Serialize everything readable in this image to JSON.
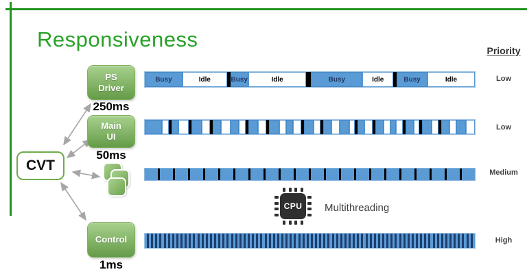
{
  "title": "Responsiveness",
  "cvt_label": "CVT",
  "blocks": {
    "ps_driver": {
      "line1": "PS",
      "line2": "Driver",
      "period": "250ms"
    },
    "main_ui": {
      "line1": "Main",
      "line2": "UI",
      "period": "50ms"
    },
    "control": {
      "line1": "Control",
      "period": "1ms"
    }
  },
  "cpu": {
    "chip_label": "CPU",
    "caption": "Multithreading"
  },
  "priority": {
    "header": "Priority",
    "rows": [
      "Low",
      "Low",
      "Medium",
      "High"
    ]
  },
  "colors": {
    "title_green": "#28a228",
    "frame_green": "#1f9320",
    "block_green_top": "#a8d18d",
    "block_green_bottom": "#649b48",
    "busy_blue": "#5b9bd5",
    "divider_black": "#000000",
    "stripe_navy": "#1f3e6e",
    "arrow_gray": "#a6a6a6"
  },
  "timelines": [
    {
      "name": "ps-driver-timeline",
      "style": "labeled",
      "segments": [
        {
          "t": "busy",
          "label": "Busy",
          "w": 55
        },
        {
          "t": "idle",
          "label": "Idle",
          "w": 65
        },
        {
          "t": "div",
          "w": 5
        },
        {
          "t": "busy",
          "label": "Busy",
          "w": 26
        },
        {
          "t": "idle",
          "label": "Idle",
          "w": 85
        },
        {
          "t": "div",
          "w": 7
        },
        {
          "t": "busy",
          "label": "Busy",
          "w": 75
        },
        {
          "t": "idle",
          "label": "Idle",
          "w": 45
        },
        {
          "t": "div",
          "w": 5
        },
        {
          "t": "busy",
          "label": "Busy",
          "w": 45
        },
        {
          "t": "idle",
          "label": "Idle",
          "w": 69
        }
      ]
    },
    {
      "name": "main-ui-timeline",
      "style": "plain",
      "segments": [
        {
          "t": "busy",
          "w": 25
        },
        {
          "t": "idle",
          "w": 10
        },
        {
          "t": "div",
          "w": 4
        },
        {
          "t": "busy",
          "w": 10
        },
        {
          "t": "idle",
          "w": 15
        },
        {
          "t": "div",
          "w": 4
        },
        {
          "t": "busy",
          "w": 15
        },
        {
          "t": "idle",
          "w": 12
        },
        {
          "t": "div",
          "w": 4
        },
        {
          "t": "busy",
          "w": 12
        },
        {
          "t": "idle",
          "w": 14
        },
        {
          "t": "busy",
          "w": 12
        },
        {
          "t": "idle",
          "w": 10
        },
        {
          "t": "div",
          "w": 4
        },
        {
          "t": "busy",
          "w": 14
        },
        {
          "t": "idle",
          "w": 12
        },
        {
          "t": "div",
          "w": 4
        },
        {
          "t": "busy",
          "w": 16
        },
        {
          "t": "idle",
          "w": 10
        },
        {
          "t": "busy",
          "w": 10
        },
        {
          "t": "idle",
          "w": 12
        },
        {
          "t": "div",
          "w": 4
        },
        {
          "t": "busy",
          "w": 14
        },
        {
          "t": "idle",
          "w": 10
        },
        {
          "t": "div",
          "w": 4
        },
        {
          "t": "busy",
          "w": 12
        },
        {
          "t": "idle",
          "w": 12
        },
        {
          "t": "busy",
          "w": 14
        },
        {
          "t": "idle",
          "w": 8
        },
        {
          "t": "div",
          "w": 4
        },
        {
          "t": "busy",
          "w": 10
        },
        {
          "t": "idle",
          "w": 12
        },
        {
          "t": "div",
          "w": 4
        },
        {
          "t": "busy",
          "w": 12
        },
        {
          "t": "idle",
          "w": 10
        },
        {
          "t": "busy",
          "w": 8
        },
        {
          "t": "idle",
          "w": 10
        },
        {
          "t": "div",
          "w": 4
        },
        {
          "t": "busy",
          "w": 12
        },
        {
          "t": "idle",
          "w": 8
        },
        {
          "t": "div",
          "w": 4
        },
        {
          "t": "busy",
          "w": 14
        },
        {
          "t": "idle",
          "w": 10
        },
        {
          "t": "div",
          "w": 4
        },
        {
          "t": "busy",
          "w": 12
        },
        {
          "t": "idle",
          "w": 10
        },
        {
          "t": "busy",
          "w": 14
        },
        {
          "t": "idle",
          "w": 13
        }
      ]
    },
    {
      "name": "worker-timeline",
      "style": "ticks",
      "tick_count": 21
    },
    {
      "name": "control-timeline",
      "style": "stripes",
      "stripe_count": 78
    }
  ]
}
